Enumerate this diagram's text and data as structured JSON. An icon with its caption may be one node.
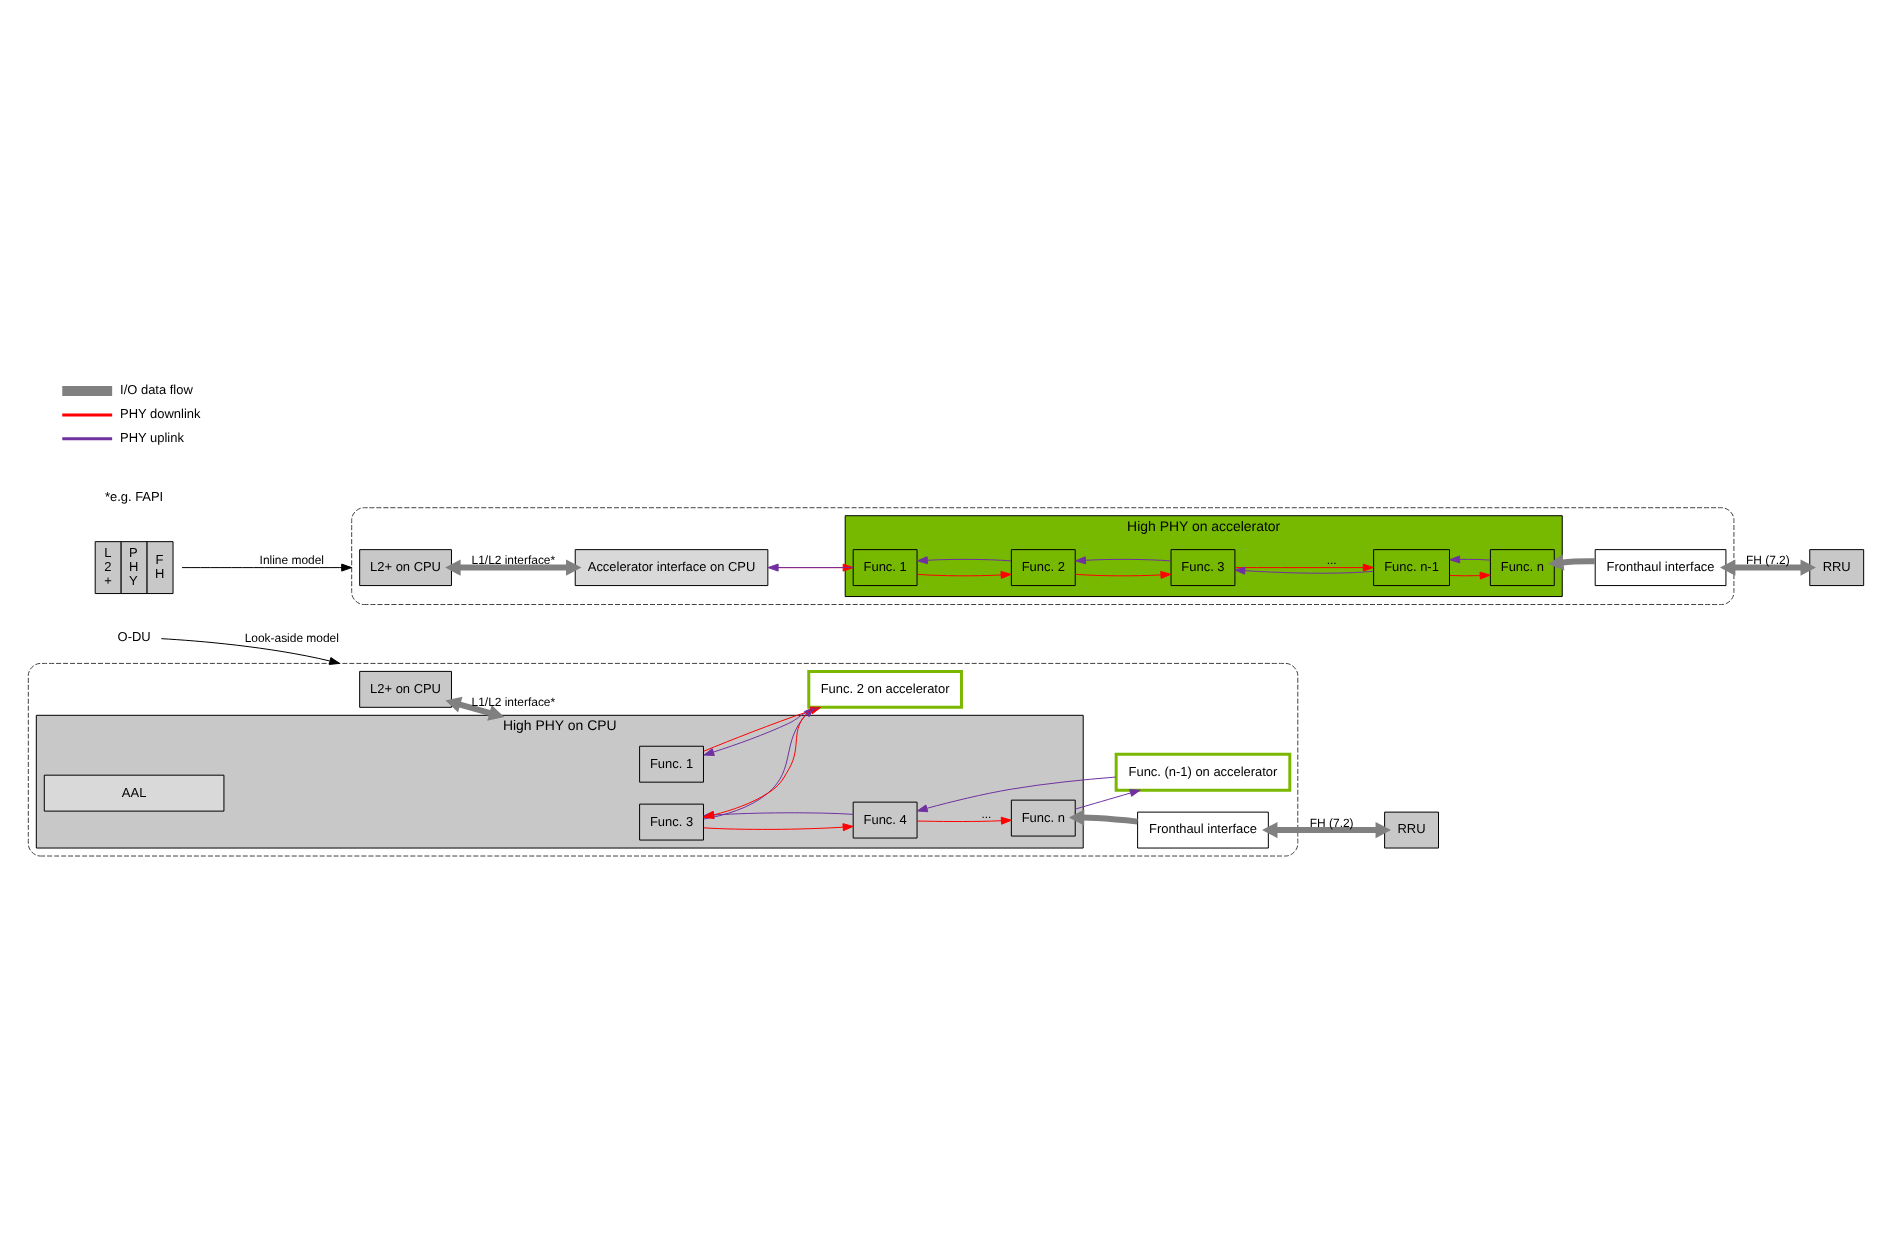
{
  "diagram": {
    "nodes": [
      {
        "text": [
          "O-DU"
        ]
      },
      {
        "text": [
          "L 2 +",
          "P H Y",
          "F H"
        ]
      },
      {
        "text": [],
        "shape": "box"
      },
      {
        "text": [
          "L2+ on CPU"
        ],
        "in": 2
      },
      {
        "text": [
          "High PHY on CPU"
        ],
        "in": 2
      },
      {
        "text": [
          "Func. 1"
        ],
        "in": 4
      },
      {
        "text": [
          "Func. 3"
        ],
        "in": 4
      },
      {
        "text": [
          "Func. 4"
        ],
        "in": 4
      },
      {
        "text": [
          "Func. n"
        ],
        "in": 4
      },
      {
        "text": [
          "AAL"
        ],
        "in": 4
      },
      {
        "text": [
          "Func. 2 on accelerator"
        ],
        "in": 2
      },
      {
        "text": [
          "Func. (n-1) on accelerator"
        ],
        "in": 2
      },
      {
        "text": [
          "Fronthaul interface"
        ],
        "in": 2
      },
      {
        "text": [
          "RRU"
        ]
      },
      {
        "text": [],
        "shape": "box"
      },
      {
        "text": [
          "L2+ on CPU"
        ],
        "in": 14
      },
      {
        "text": [
          "Accelerator interface on CPU"
        ],
        "in": 14
      },
      {
        "text": [
          "High PHY on accelerator"
        ],
        "in": 14
      },
      {
        "text": [
          "Func. 1"
        ],
        "in": 17
      },
      {
        "text": [
          "Func. 2"
        ],
        "in": 17
      },
      {
        "text": [
          "Func. 3"
        ],
        "in": 17
      },
      {
        "text": [
          "Func. n-1"
        ],
        "in": 17
      },
      {
        "text": [
          "Func. n"
        ],
        "in": 17
      },
      {
        "text": [
          "Fronthaul interface"
        ],
        "in": 14
      },
      {
        "text": [
          "RRU"
        ]
      }
    ],
    "edges": [
      {
        "from": 0,
        "to": 2,
        "arrow": "to",
        "label": "Look-aside model",
        "color": "#000000"
      },
      {
        "from": 1,
        "to": 14,
        "arrow": "to",
        "label": "Inline model",
        "color": "#000000"
      },
      {
        "from": 3,
        "to": 4,
        "arrow": "both",
        "label": "L1/L2 interface*",
        "style": "thick",
        "color": "#808080"
      },
      {
        "from": 5,
        "to": 10,
        "arrow": "to",
        "color": "#ff0000"
      },
      {
        "from": 10,
        "to": 5,
        "arrow": "to",
        "color": "#7030a0"
      },
      {
        "from": 10,
        "to": 6,
        "arrow": "to",
        "color": "#ff0000"
      },
      {
        "from": 6,
        "to": 10,
        "arrow": "to",
        "color": "#7030a0"
      },
      {
        "from": 6,
        "to": 7,
        "arrow": "to",
        "color": "#ff0000"
      },
      {
        "from": 7,
        "to": 6,
        "arrow": "to",
        "color": "#7030a0"
      },
      {
        "from": 7,
        "to": 8,
        "arrow": "to",
        "label": "...",
        "color": "#ff0000"
      },
      {
        "from": 11,
        "to": 7,
        "arrow": "to",
        "color": "#7030a0"
      },
      {
        "from": 8,
        "to": 11,
        "arrow": "to",
        "color": "#7030a0"
      },
      {
        "from": 12,
        "to": 8,
        "arrow": "to",
        "style": "thick",
        "color": "#808080"
      },
      {
        "from": 12,
        "to": 13,
        "arrow": "both",
        "label": "FH (7.2)",
        "style": "thick",
        "color": "#808080"
      },
      {
        "from": 15,
        "to": 16,
        "arrow": "both",
        "label": "L1/L2 interface*",
        "style": "thick",
        "color": "#808080"
      },
      {
        "from": 16,
        "to": 18,
        "arrow": "to",
        "color": "#ff0000"
      },
      {
        "from": 18,
        "to": 16,
        "arrow": "to",
        "color": "#7030a0"
      },
      {
        "from": 18,
        "to": 19,
        "arrow": "to",
        "color": "#ff0000"
      },
      {
        "from": 19,
        "to": 20,
        "arrow": "to",
        "color": "#ff0000"
      },
      {
        "from": 20,
        "to": 21,
        "arrow": "to",
        "label": "...",
        "color": "#ff0000"
      },
      {
        "from": 21,
        "to": 22,
        "arrow": "to",
        "color": "#ff0000"
      },
      {
        "from": 19,
        "to": 18,
        "arrow": "to",
        "color": "#7030a0"
      },
      {
        "from": 20,
        "to": 19,
        "arrow": "to",
        "color": "#7030a0"
      },
      {
        "from": 21,
        "to": 20,
        "arrow": "to",
        "color": "#7030a0"
      },
      {
        "from": 22,
        "to": 21,
        "arrow": "to",
        "color": "#7030a0"
      },
      {
        "from": 23,
        "to": 22,
        "arrow": "to",
        "style": "thick",
        "color": "#808080"
      },
      {
        "from": 23,
        "to": 24,
        "arrow": "both",
        "label": "FH (7.2)",
        "style": "thick",
        "color": "#808080"
      }
    ],
    "labels": [
      "*e.g. FAPI"
    ],
    "legend": [
      {
        "text": "I/O data flow"
      },
      {
        "text": "PHY downlink"
      },
      {
        "text": "PHY uplink"
      }
    ]
  }
}
